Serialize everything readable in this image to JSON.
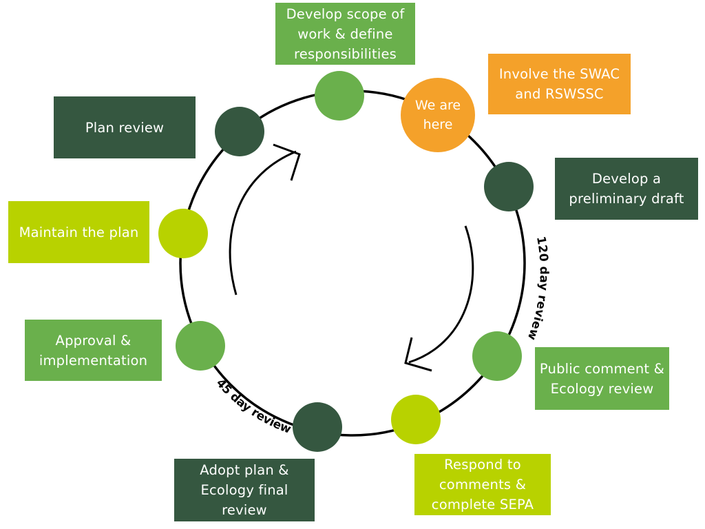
{
  "colors": {
    "medium_green": "#6ab04c",
    "dark_green": "#355740",
    "lime_green": "#b8d200",
    "orange": "#f4a12a",
    "ring": "#000000"
  },
  "current_step_marker": "We are\nhere",
  "steps": [
    {
      "label": "Develop scope of\nwork & define\nresponsibilities",
      "color": "medium_green"
    },
    {
      "label": "Involve the SWAC\nand RSWSSC",
      "color": "orange",
      "current": true
    },
    {
      "label": "Develop a\npreliminary draft",
      "color": "dark_green"
    },
    {
      "label": "Public comment &\nEcology review",
      "color": "medium_green"
    },
    {
      "label": "Respond to\ncomments &\ncomplete SEPA",
      "color": "lime_green"
    },
    {
      "label": "Adopt plan &\nEcology final review",
      "color": "dark_green"
    },
    {
      "label": "Approval &\nimplementation",
      "color": "medium_green"
    },
    {
      "label": "Maintain the plan",
      "color": "lime_green"
    },
    {
      "label": "Plan review",
      "color": "dark_green"
    }
  ],
  "review_periods": [
    {
      "label": "120 day review"
    },
    {
      "label": "45 day review"
    }
  ],
  "flow_direction": "clockwise"
}
